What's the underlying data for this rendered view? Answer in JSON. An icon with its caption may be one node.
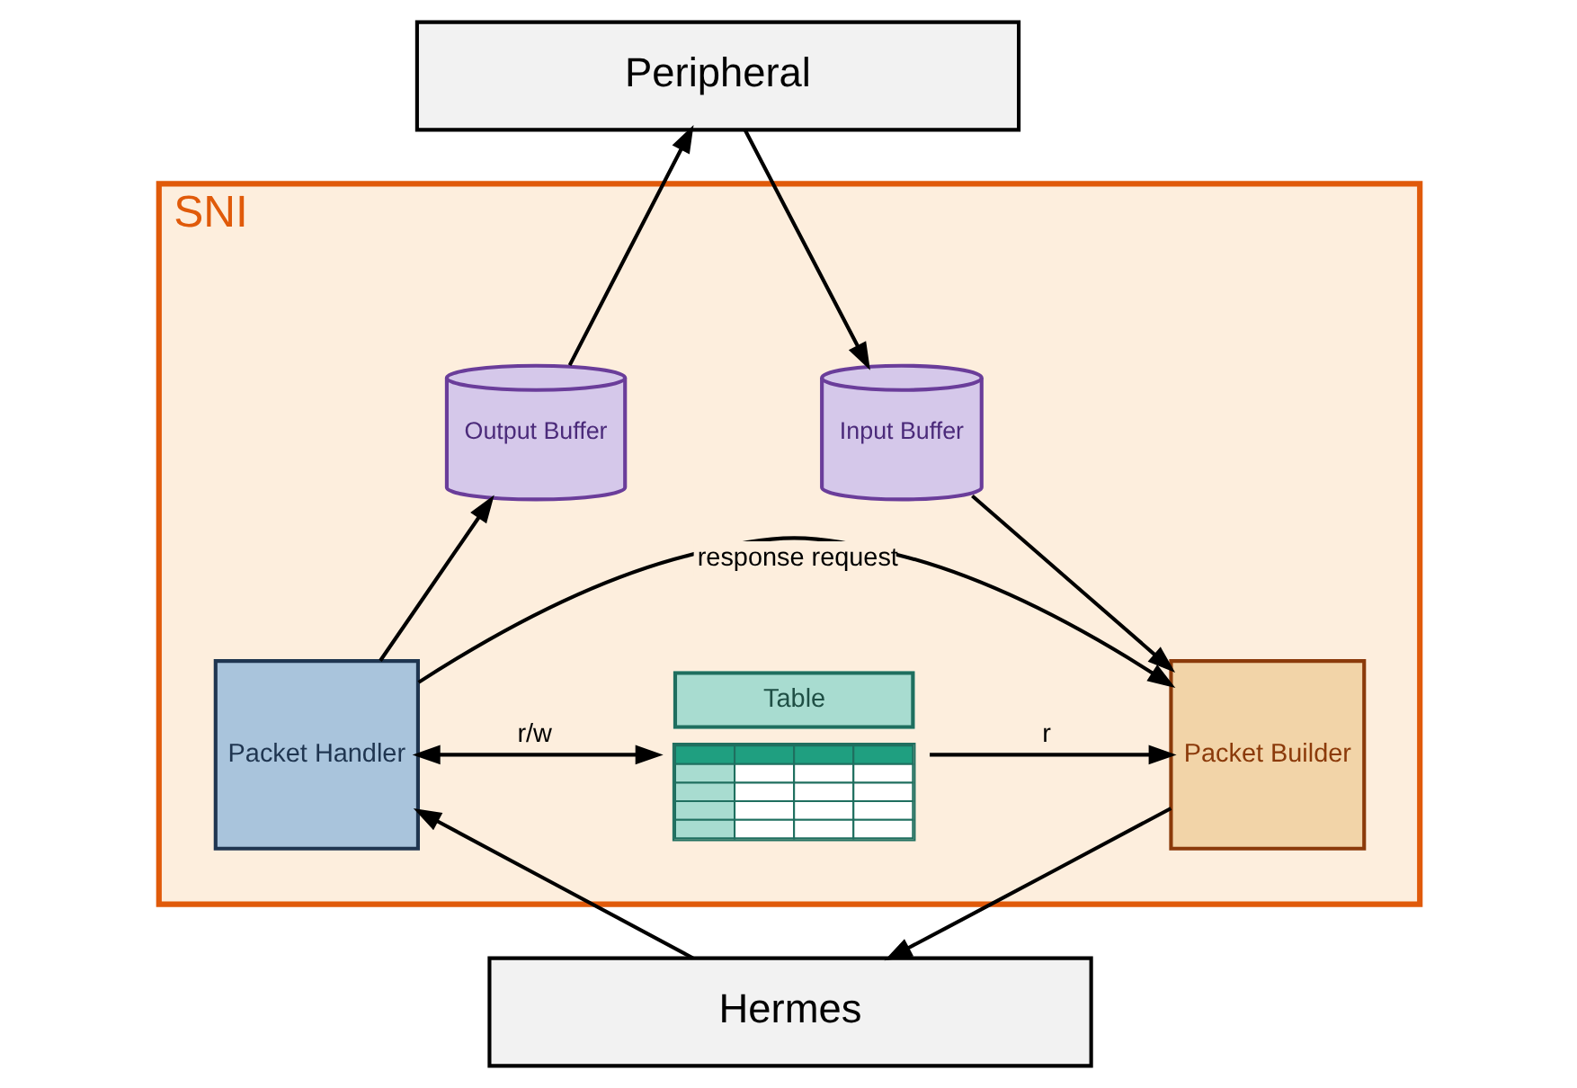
{
  "diagram": {
    "nodes": [
      {
        "text": [
          "Peripheral"
        ]
      },
      {
        "text": [
          "SNI"
        ]
      },
      {
        "text": [
          "Output Buffer"
        ],
        "in": 1
      },
      {
        "text": [
          "Input Buffer"
        ],
        "in": 1
      },
      {
        "text": [
          "Table"
        ],
        "in": 1
      },
      {
        "text": [
          "Packet Handler"
        ],
        "in": 1
      },
      {
        "text": [
          "Packet Builder"
        ],
        "in": 1
      },
      {
        "text": [
          "Hermes"
        ]
      }
    ],
    "edges": [
      {
        "from": 2,
        "to": 0,
        "arrow": "to"
      },
      {
        "from": 0,
        "to": 3,
        "arrow": "to"
      },
      {
        "from": 5,
        "to": 2,
        "arrow": "to"
      },
      {
        "from": 3,
        "to": 6,
        "arrow": "to"
      },
      {
        "from": 5,
        "to": 4,
        "arrow": "both",
        "label": "r/w"
      },
      {
        "from": 4,
        "to": 6,
        "arrow": "to",
        "label": "r"
      },
      {
        "from": 5,
        "to": 6,
        "arrow": "to",
        "label": "response request"
      },
      {
        "from": 7,
        "to": 5,
        "arrow": "to"
      },
      {
        "from": 6,
        "to": 7,
        "arrow": "to"
      }
    ]
  }
}
